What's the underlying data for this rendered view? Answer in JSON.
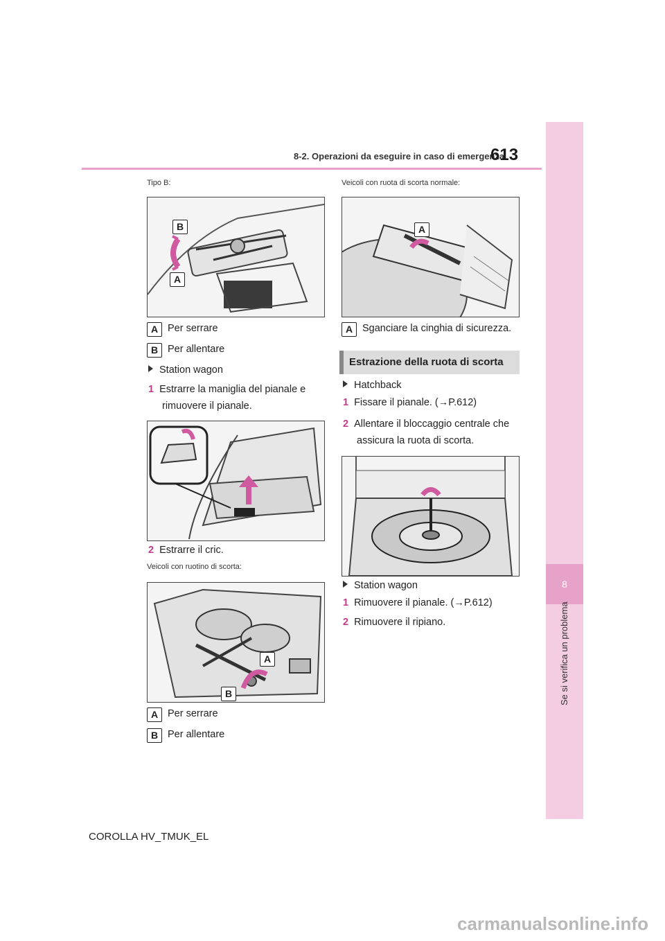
{
  "header": {
    "page_number": "613",
    "section": "8-2. Operazioni da eseguire in caso di emergenza"
  },
  "side_tab": {
    "chapter": "8",
    "label": "Se si verifica un problema"
  },
  "left": {
    "tipo_b": "Tipo B:",
    "fig1": {
      "callouts": [
        "B",
        "A"
      ]
    },
    "legend1": [
      {
        "letter": "A",
        "text": "Per serrare"
      },
      {
        "letter": "B",
        "text": "Per allentare"
      }
    ],
    "station_wagon": "Station wagon",
    "step1": {
      "num": "1",
      "line1": "Estrarre la maniglia del pianale e",
      "line2": "rimuovere il pianale."
    },
    "step2": {
      "num": "2",
      "text": "Estrarre il cric."
    },
    "ruotino": "Veicoli con ruotino di scorta:",
    "fig3": {
      "callouts": [
        "A",
        "B"
      ]
    },
    "legend2": [
      {
        "letter": "A",
        "text": "Per serrare"
      },
      {
        "letter": "B",
        "text": "Per allentare"
      }
    ]
  },
  "right": {
    "ruota_normale": "Veicoli con ruota di scorta normale:",
    "fig4": {
      "callout": "A"
    },
    "legend3": {
      "letter": "A",
      "text": "Sganciare la cinghia di sicurezza."
    },
    "heading": "Estrazione della ruota di scorta",
    "hatchback": "Hatchback",
    "step1": {
      "num": "1",
      "text": "Fissare il pianale. (",
      "ref": "P.612",
      "close": ")"
    },
    "step2": {
      "num": "2",
      "line1": "Allentare il bloccaggio centrale che",
      "line2": "assicura la ruota di scorta."
    },
    "station_wagon": "Station wagon",
    "sw_step1": {
      "num": "1",
      "text": "Rimuovere il pianale. (",
      "ref": "P.612",
      "close": ")"
    },
    "sw_step2": {
      "num": "2",
      "text": "Rimuovere il ripiano."
    }
  },
  "footer": {
    "model": "COROLLA HV_TMUK_EL"
  },
  "watermark": {
    "text": "carmanualsonline.info"
  },
  "colors": {
    "accent": "#e7a2c9",
    "tab_bg": "#f4cde2",
    "step": "#c23a8a"
  }
}
